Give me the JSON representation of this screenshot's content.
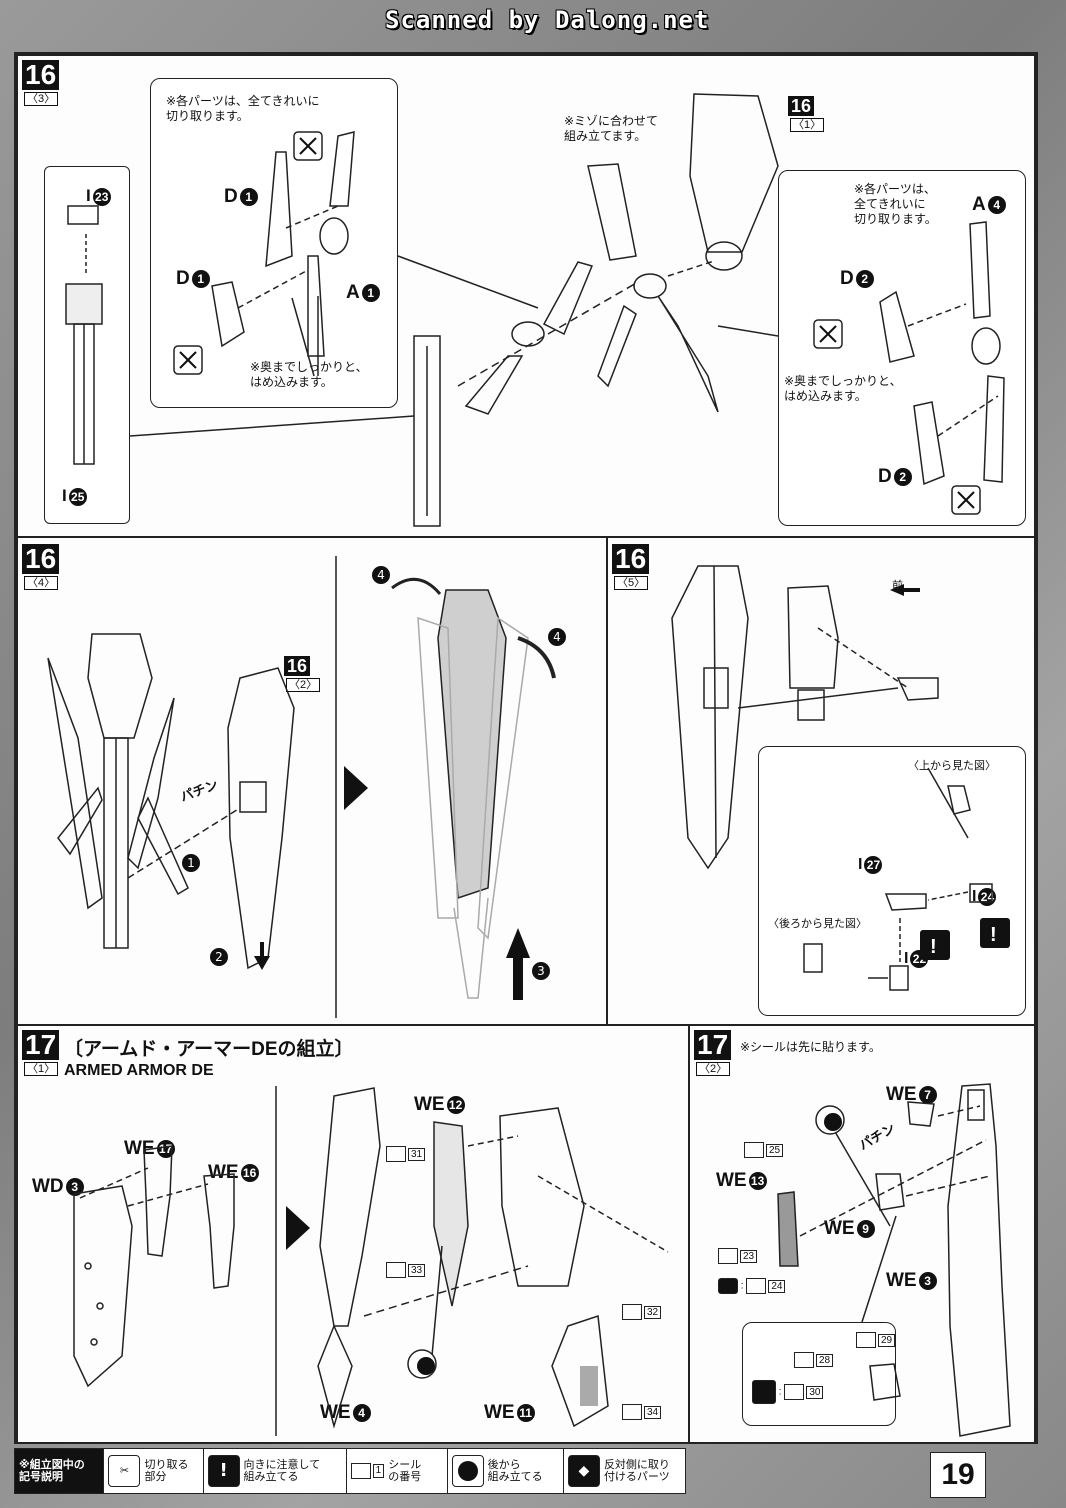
{
  "header": {
    "scan_credit": "Scanned by Dalong.net"
  },
  "step16_3": {
    "step": "16",
    "sub": "3",
    "ref_step": "16",
    "ref_sub": "1",
    "parts": {
      "i23": "I",
      "i23n": "23",
      "i25": "I",
      "i25n": "25",
      "d1a": "D",
      "d1an": "1",
      "d1b": "D",
      "d1bn": "1",
      "a1": "A",
      "a1n": "1",
      "a4": "A",
      "a4n": "4",
      "d2a": "D",
      "d2an": "2",
      "d2b": "D",
      "d2bn": "2"
    },
    "note_cut_left": "※各パーツは、全てきれいに\n切り取ります。",
    "note_press_left": "※奥までしっかりと、\nはめ込みます。",
    "note_groove": "※ミゾに合わせて\n組み立てます。",
    "note_cut_right": "※各パーツは、\n全てきれいに\n切り取ります。",
    "note_press_right": "※奥までしっかりと、\nはめ込みます。"
  },
  "step16_4": {
    "step": "16",
    "sub": "4",
    "ref_step": "16",
    "ref_sub": "2",
    "order": [
      "1",
      "2",
      "3",
      "4",
      "4"
    ],
    "snap": "パチン"
  },
  "step16_5": {
    "step": "16",
    "sub": "5",
    "front": "前",
    "view_top": "〈上から見た図〉",
    "view_back": "〈後ろから見た図〉",
    "parts": {
      "i27": "I",
      "i27n": "27",
      "i24": "I",
      "i24n": "24",
      "i22": "I",
      "i22n": "22"
    }
  },
  "step17_1": {
    "step": "17",
    "sub": "1",
    "title_jp": "〔アームド・アーマーDEの組立〕",
    "title_en": "ARMED ARMOR DE",
    "parts": {
      "wd3": "WD",
      "wd3n": "3",
      "we17": "WE",
      "we17n": "17",
      "we16": "WE",
      "we16n": "16",
      "we12": "WE",
      "we12n": "12",
      "we4": "WE",
      "we4n": "4",
      "we11": "WE",
      "we11n": "11"
    },
    "stickers": [
      "31",
      "33",
      "32",
      "34"
    ]
  },
  "step17_2": {
    "step": "17",
    "sub": "2",
    "note": "※シールは先に貼ります。",
    "parts": {
      "we7": "WE",
      "we7n": "7",
      "we13": "WE",
      "we13n": "13",
      "we9": "WE",
      "we9n": "9",
      "we3": "WE",
      "we3n": "3"
    },
    "stickers": [
      "25",
      "23",
      "24",
      "29",
      "28",
      "30"
    ],
    "snap": "パチン"
  },
  "legend": {
    "title": "※組立図中の\n記号説明",
    "items": [
      "切り取る\n部分",
      "向きに注意して\n組み立てる",
      "シール\nの番号",
      "後から\n組み立てる",
      "反対側に取り\n付けるパーツ"
    ],
    "sticker_sample": "1"
  },
  "page_number": "19"
}
